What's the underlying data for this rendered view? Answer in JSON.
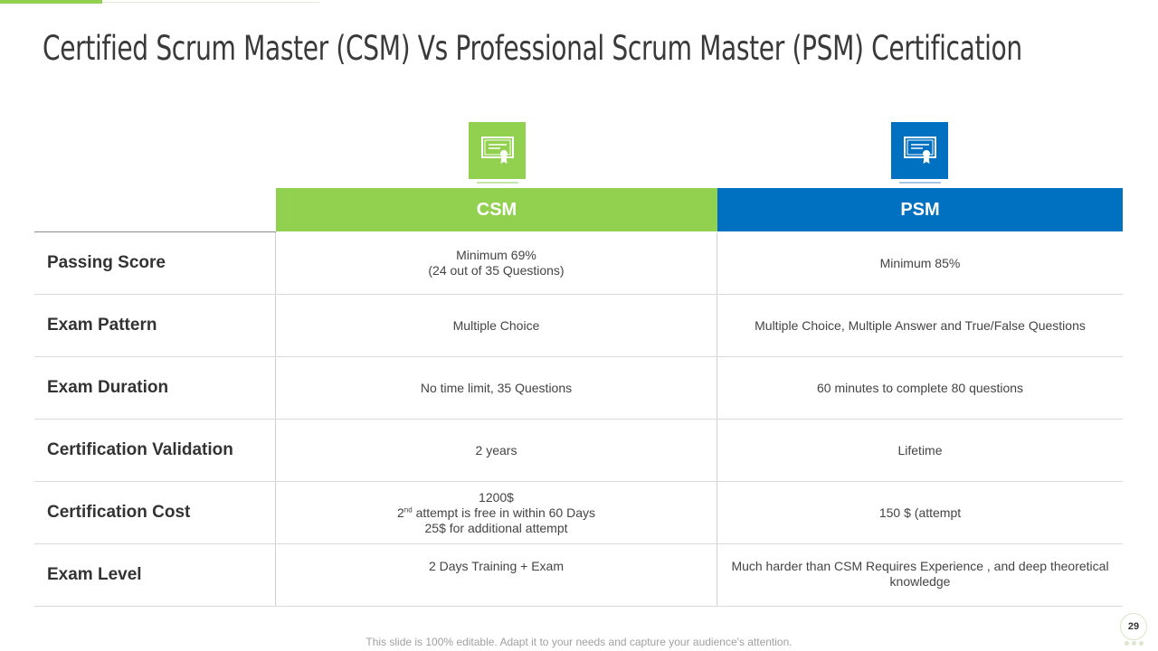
{
  "slide": {
    "title": "Certified Scrum Master (CSM) Vs Professional Scrum Master (PSM) Certification",
    "footer": "This slide is 100% editable. Adapt it to your needs and capture your audience's attention.",
    "page_number": "29"
  },
  "columns": {
    "csm": {
      "label": "CSM",
      "icon": "certificate-icon",
      "color": "#92d050"
    },
    "psm": {
      "label": "PSM",
      "icon": "certificate-icon",
      "color": "#0070c0"
    }
  },
  "rows": [
    {
      "label": "Passing Score",
      "csm": [
        "Minimum 69%",
        "(24 out of 35 Questions)"
      ],
      "psm": [
        "Minimum 85%"
      ]
    },
    {
      "label": "Exam Pattern",
      "csm": [
        "Multiple Choice"
      ],
      "psm": [
        "Multiple Choice, Multiple Answer and True/False Questions"
      ]
    },
    {
      "label": "Exam Duration",
      "csm": [
        "No time limit, 35 Questions"
      ],
      "psm": [
        "60 minutes to complete 80 questions"
      ]
    },
    {
      "label": "Certification Validation",
      "csm": [
        "2 years"
      ],
      "psm": [
        "Lifetime"
      ]
    },
    {
      "label": "Certification Cost",
      "csm": [
        "1200$",
        {
          "pre": "2",
          "sup": "nd",
          "post": " attempt is free in within 60 Days"
        },
        "25$ for additional attempt"
      ],
      "psm": [
        "150 $ (attempt"
      ]
    },
    {
      "label": "Exam Level",
      "csm": [
        "2 Days Training + Exam"
      ],
      "psm": [
        "Much harder than CSM Requires Experience , and deep theoretical",
        "knowledge"
      ]
    }
  ]
}
